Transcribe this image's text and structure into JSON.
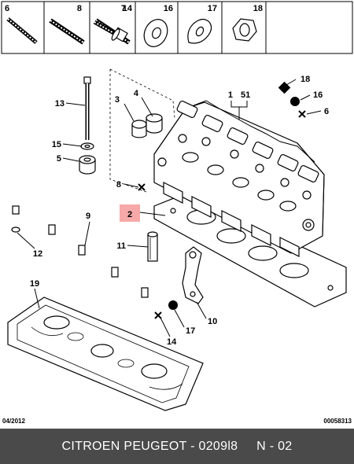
{
  "header_parts": [
    {
      "number": "6",
      "icon": "screw-icon"
    },
    {
      "number": "8",
      "icon": "stud-icon"
    },
    {
      "number": "7",
      "icon": "stud-icon"
    },
    {
      "number": "14",
      "icon": "flange-bolt-icon"
    },
    {
      "number": "16",
      "icon": "washer-icon"
    },
    {
      "number": "17",
      "icon": "shaped-washer-icon"
    },
    {
      "number": "18",
      "icon": "hex-nut-icon"
    }
  ],
  "callouts": {
    "c13": "13",
    "c15": "15",
    "c5": "5",
    "c3": "3",
    "c4": "4",
    "c1": "1",
    "c51": "51",
    "c18": "18",
    "c16": "16",
    "c6": "6",
    "c8": "8",
    "c2": "2",
    "c9": "9",
    "c12": "12",
    "c11": "11",
    "c19": "19",
    "c17": "17",
    "c14": "14",
    "c10": "10"
  },
  "highlight_color": "#f7a8a8",
  "footer": {
    "date": "04/2012",
    "doc_number": "00058313",
    "caption": "CITROEN PEUGEOT - 0209l8     N - 02"
  }
}
